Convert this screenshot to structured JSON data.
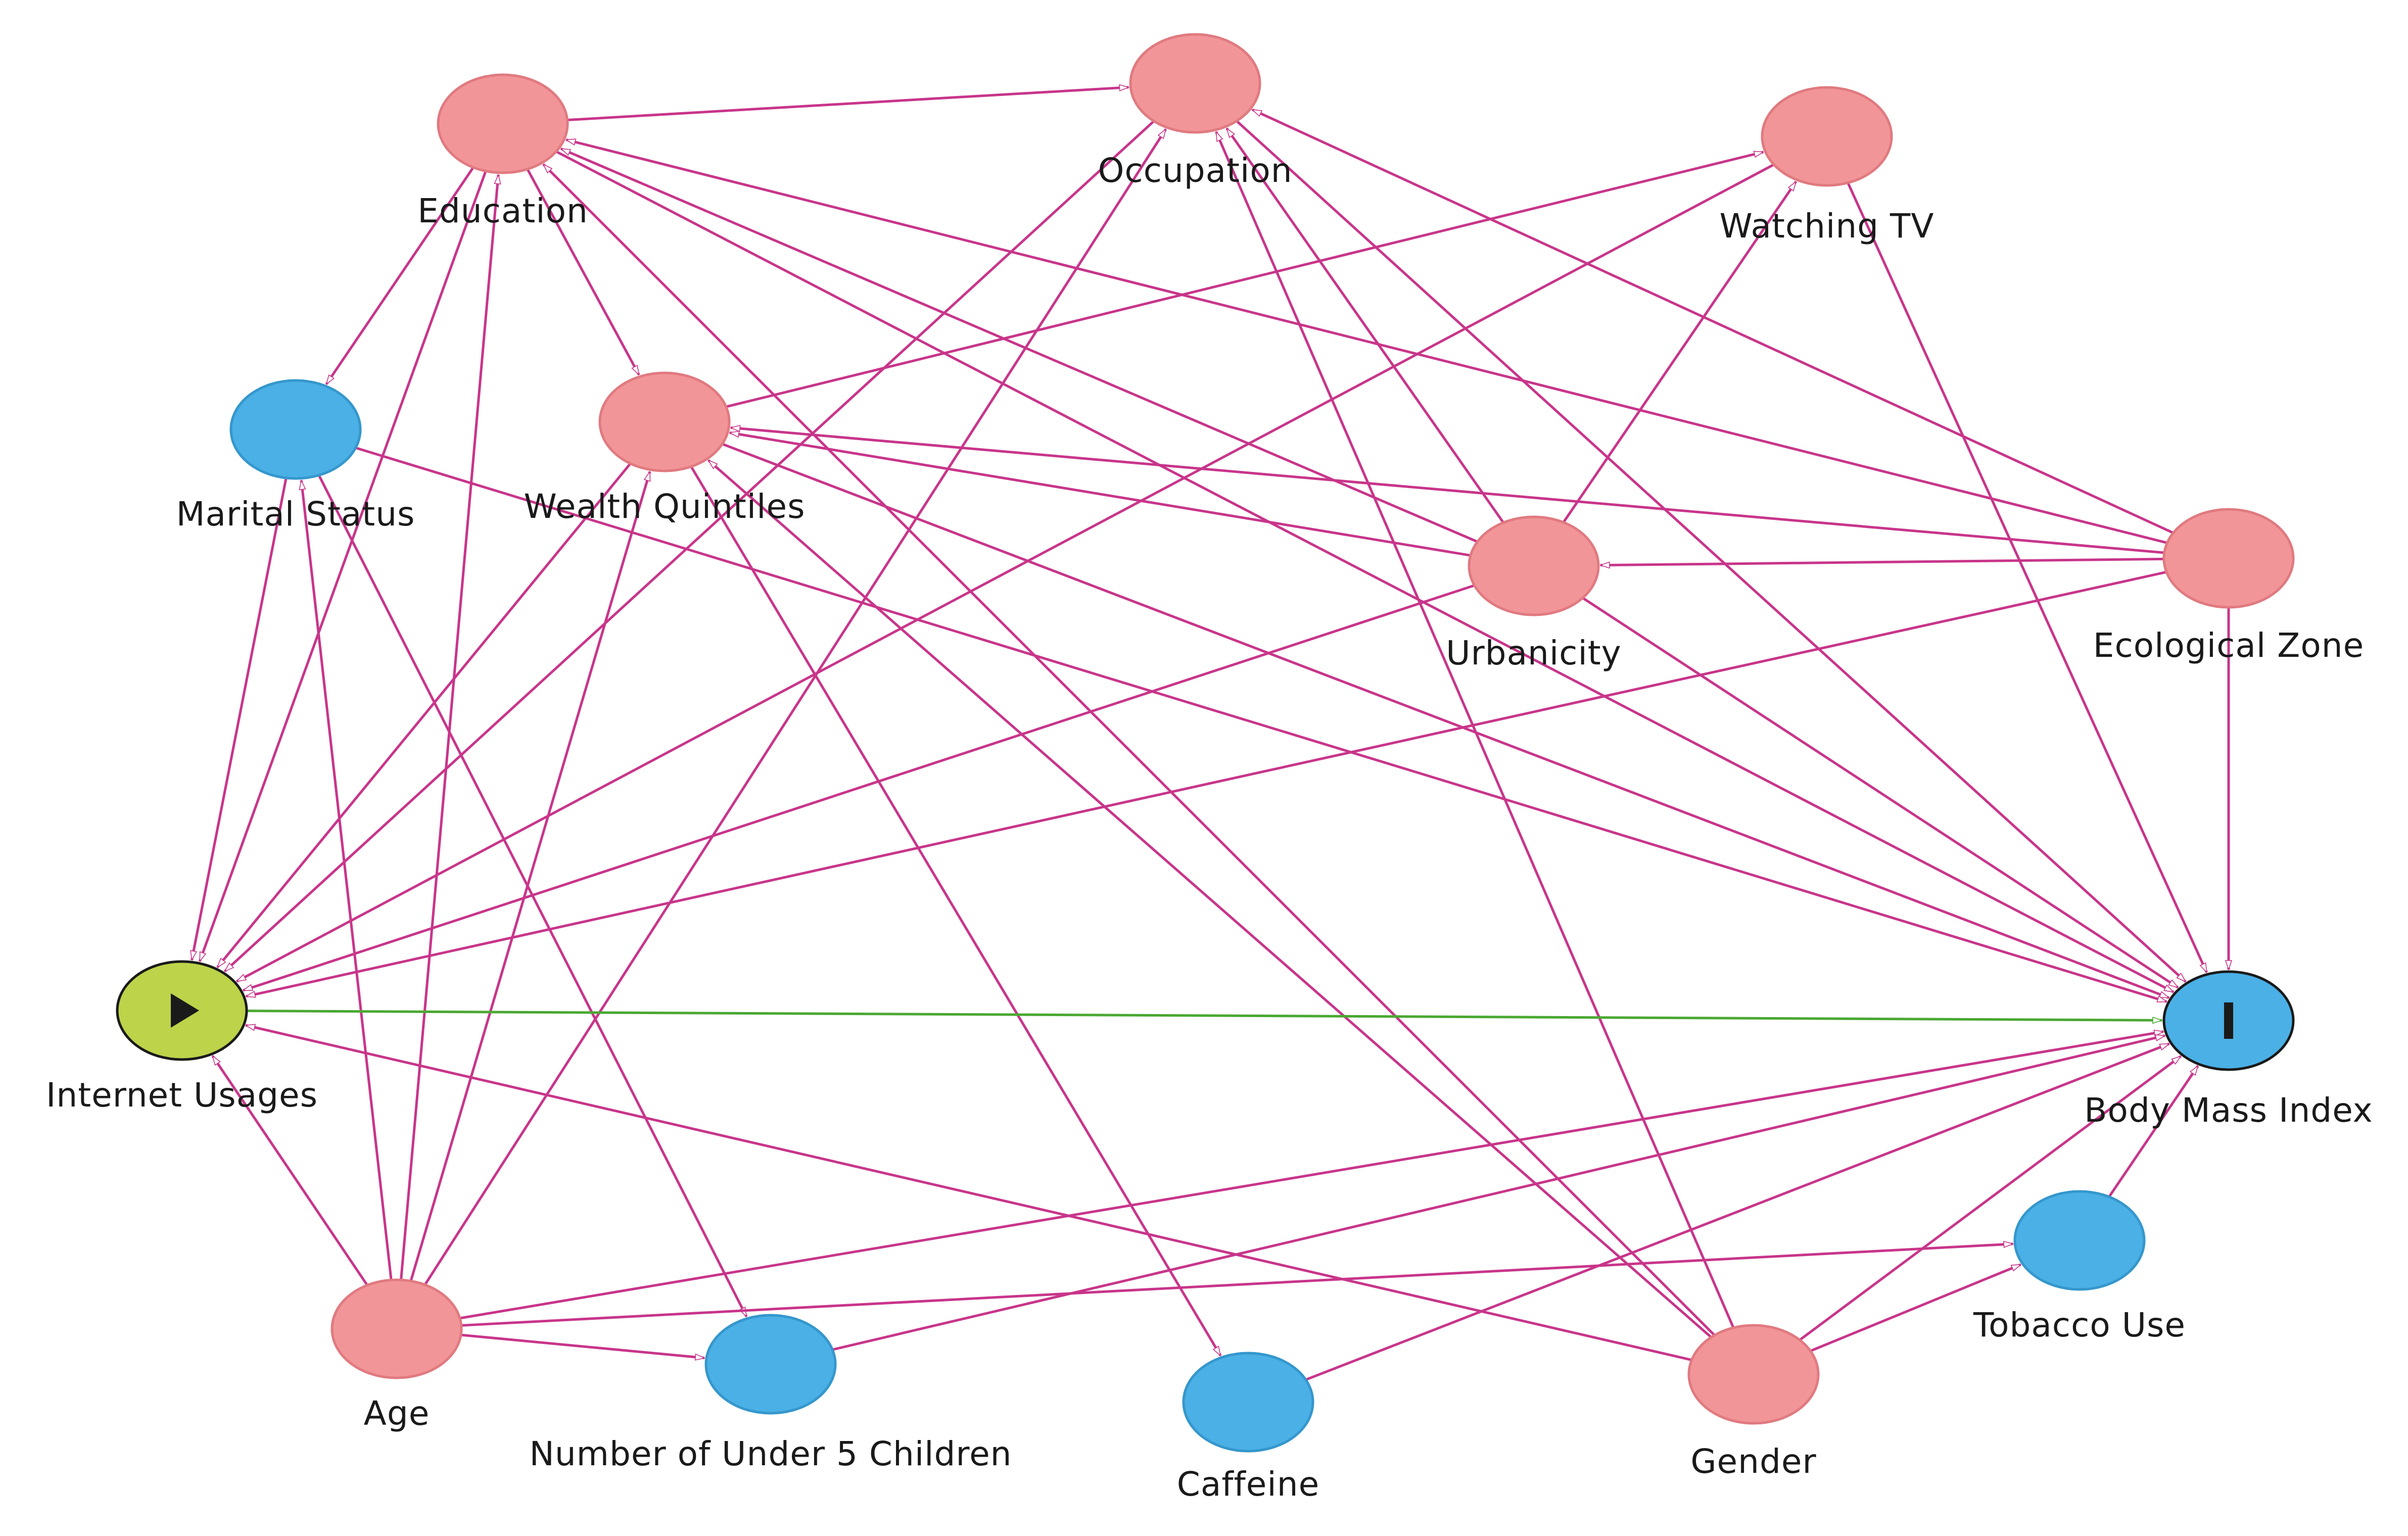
{
  "diagram": {
    "colors": {
      "adjusted": "#f29598",
      "adjusted_stroke": "#e07a80",
      "other": "#4ab0e6",
      "other_stroke": "#3597cc",
      "exposure": "#bcd34a",
      "outcome": "#4ab0e6",
      "edge": "#c8358a",
      "causal_edge": "#4aa832"
    },
    "nodes": [
      {
        "id": "education",
        "label": "Education",
        "role": "adjusted"
      },
      {
        "id": "occupation",
        "label": "Occupation",
        "role": "adjusted"
      },
      {
        "id": "watching_tv",
        "label": "Watching TV",
        "role": "adjusted"
      },
      {
        "id": "marital_status",
        "label": "Marital Status",
        "role": "other"
      },
      {
        "id": "wealth_quintiles",
        "label": "Wealth Quintiles",
        "role": "adjusted"
      },
      {
        "id": "urbanicity",
        "label": "Urbanicity",
        "role": "adjusted"
      },
      {
        "id": "ecological_zone",
        "label": "Ecological Zone",
        "role": "adjusted"
      },
      {
        "id": "internet_usages",
        "label": "Internet Usages",
        "role": "exposure",
        "icon": "play-icon"
      },
      {
        "id": "body_mass_index",
        "label": "Body Mass Index",
        "role": "outcome",
        "icon": "bar-icon"
      },
      {
        "id": "tobacco_use",
        "label": "Tobacco Use",
        "role": "other"
      },
      {
        "id": "age",
        "label": "Age",
        "role": "adjusted"
      },
      {
        "id": "under5",
        "label": "Number of Under 5 Children",
        "role": "other"
      },
      {
        "id": "caffeine",
        "label": "Caffeine",
        "role": "other"
      },
      {
        "id": "gender",
        "label": "Gender",
        "role": "adjusted"
      }
    ],
    "edges": [
      [
        "education",
        "occupation"
      ],
      [
        "education",
        "wealth_quintiles"
      ],
      [
        "education",
        "marital_status"
      ],
      [
        "education",
        "internet_usages"
      ],
      [
        "education",
        "body_mass_index"
      ],
      [
        "occupation",
        "internet_usages"
      ],
      [
        "occupation",
        "body_mass_index"
      ],
      [
        "watching_tv",
        "internet_usages"
      ],
      [
        "watching_tv",
        "body_mass_index"
      ],
      [
        "wealth_quintiles",
        "watching_tv"
      ],
      [
        "wealth_quintiles",
        "internet_usages"
      ],
      [
        "wealth_quintiles",
        "body_mass_index"
      ],
      [
        "wealth_quintiles",
        "caffeine"
      ],
      [
        "marital_status",
        "internet_usages"
      ],
      [
        "marital_status",
        "under5"
      ],
      [
        "marital_status",
        "body_mass_index"
      ],
      [
        "urbanicity",
        "education"
      ],
      [
        "urbanicity",
        "occupation"
      ],
      [
        "urbanicity",
        "wealth_quintiles"
      ],
      [
        "urbanicity",
        "watching_tv"
      ],
      [
        "urbanicity",
        "internet_usages"
      ],
      [
        "urbanicity",
        "body_mass_index"
      ],
      [
        "ecological_zone",
        "urbanicity"
      ],
      [
        "ecological_zone",
        "education"
      ],
      [
        "ecological_zone",
        "occupation"
      ],
      [
        "ecological_zone",
        "wealth_quintiles"
      ],
      [
        "ecological_zone",
        "internet_usages"
      ],
      [
        "ecological_zone",
        "body_mass_index"
      ],
      [
        "age",
        "education"
      ],
      [
        "age",
        "occupation"
      ],
      [
        "age",
        "marital_status"
      ],
      [
        "age",
        "wealth_quintiles"
      ],
      [
        "age",
        "internet_usages"
      ],
      [
        "age",
        "under5"
      ],
      [
        "age",
        "tobacco_use"
      ],
      [
        "age",
        "body_mass_index"
      ],
      [
        "under5",
        "body_mass_index"
      ],
      [
        "caffeine",
        "body_mass_index"
      ],
      [
        "tobacco_use",
        "body_mass_index"
      ],
      [
        "gender",
        "education"
      ],
      [
        "gender",
        "occupation"
      ],
      [
        "gender",
        "wealth_quintiles"
      ],
      [
        "gender",
        "internet_usages"
      ],
      [
        "gender",
        "tobacco_use"
      ],
      [
        "gender",
        "body_mass_index"
      ]
    ],
    "causal_edge": [
      "internet_usages",
      "body_mass_index"
    ]
  }
}
